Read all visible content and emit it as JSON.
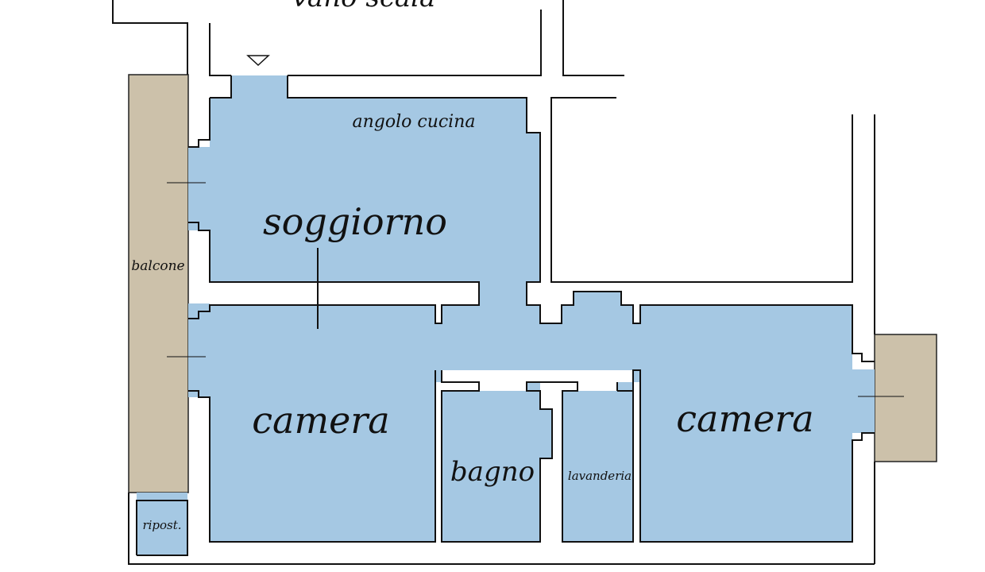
{
  "labels": {
    "stair_landing": "vano scala",
    "kitchen_corner": "angolo cucina",
    "living_room": "soggiorno",
    "balcony": "balcone",
    "bedroom_left": "camera",
    "bathroom": "bagno",
    "laundry": "lavanderia",
    "bedroom_right": "camera",
    "storage": "ripost."
  },
  "colors": {
    "room_fill": "#a5c8e3",
    "terrace_fill": "#ccc1aa",
    "wall": "#111111",
    "background": "#ffffff"
  },
  "symbols": {
    "entrance_marker": "triangle-down-icon"
  }
}
